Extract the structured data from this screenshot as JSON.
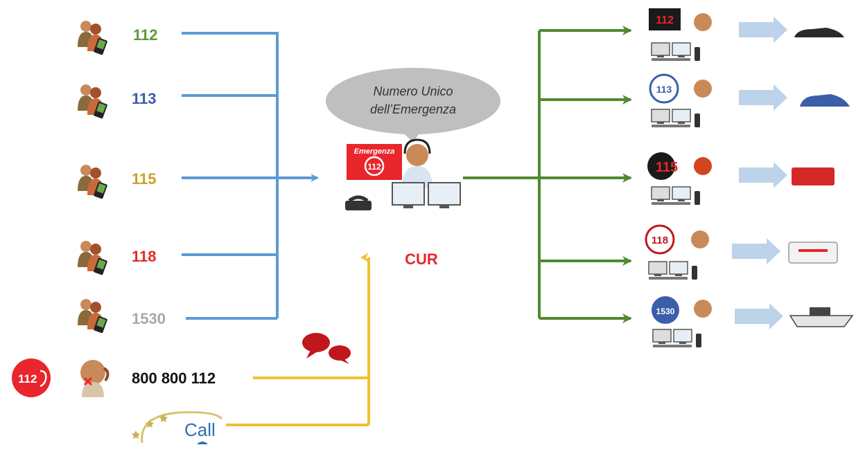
{
  "callers": [
    {
      "number": "112",
      "color": "#5a9a3a"
    },
    {
      "number": "113",
      "color": "#3a5fa8"
    },
    {
      "number": "115",
      "color": "#c9a227"
    },
    {
      "number": "118",
      "color": "#e02a2a"
    },
    {
      "number": "1530",
      "color": "#a8a8a8"
    }
  ],
  "deaf_number": "800 800 112",
  "deaf_logo": "112",
  "ecall_label": "Call",
  "center": {
    "bubble_line1": "Numero Unico",
    "bubble_line2": "dell’Emergenza",
    "badge_title": "Emergenza",
    "badge_number": "112",
    "label": "CUR"
  },
  "agencies": [
    {
      "badge": "112",
      "vehicle": "car"
    },
    {
      "badge": "113",
      "vehicle": "police-car"
    },
    {
      "badge": "115",
      "vehicle": "fire-truck"
    },
    {
      "badge": "118",
      "vehicle": "ambulance"
    },
    {
      "badge": "1530",
      "vehicle": "boat"
    }
  ],
  "colors": {
    "blue_line": "#5b9bd5",
    "green_line": "#4e8a2e",
    "yellow_line": "#f2c12e",
    "red": "#e8262b",
    "light_arrow": "#bcd3ea"
  }
}
